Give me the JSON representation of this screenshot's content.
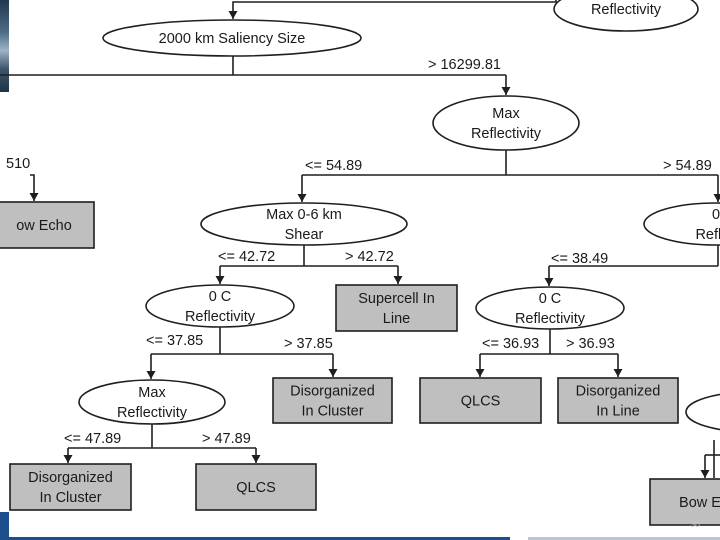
{
  "diagram": {
    "nodes": [
      {
        "id": "top_reflectivity",
        "kind": "decision",
        "lines": [
          "Reflectivity"
        ]
      },
      {
        "id": "saliency",
        "kind": "decision",
        "lines": [
          "2000 km Saliency Size"
        ]
      },
      {
        "id": "max_refl_1",
        "kind": "decision",
        "lines": [
          "Max",
          "Reflectivity"
        ]
      },
      {
        "id": "shear",
        "kind": "decision",
        "lines": [
          "Max 0-6 km",
          "Shear"
        ]
      },
      {
        "id": "zero_c_right_top",
        "kind": "decision",
        "lines": [
          "0",
          "Reflec"
        ]
      },
      {
        "id": "zero_c_left",
        "kind": "decision",
        "lines": [
          "0 C",
          "Reflectivity"
        ]
      },
      {
        "id": "zero_c_mid",
        "kind": "decision",
        "lines": [
          "0 C",
          "Reflectivity"
        ]
      },
      {
        "id": "max_refl_2",
        "kind": "decision",
        "lines": [
          "Max",
          "Reflectivity"
        ]
      },
      {
        "id": "partial_right",
        "kind": "decision",
        "lines": []
      },
      {
        "id": "bow_echo_left",
        "kind": "leaf",
        "lines": [
          "ow Echo"
        ]
      },
      {
        "id": "supercell",
        "kind": "leaf",
        "lines": [
          "Supercell In",
          "Line"
        ]
      },
      {
        "id": "disorg_cluster_1",
        "kind": "leaf",
        "lines": [
          "Disorganized",
          "In Cluster"
        ]
      },
      {
        "id": "qlcs_1",
        "kind": "leaf",
        "lines": [
          "QLCS"
        ]
      },
      {
        "id": "disorg_line",
        "kind": "leaf",
        "lines": [
          "Disorganized",
          "In Line"
        ]
      },
      {
        "id": "disorg_cluster_2",
        "kind": "leaf",
        "lines": [
          "Disorganized",
          "In Cluster"
        ]
      },
      {
        "id": "qlcs_2",
        "kind": "leaf",
        "lines": [
          "QLCS"
        ]
      },
      {
        "id": "bow_echo_right",
        "kind": "leaf",
        "lines": [
          "Bow E"
        ]
      }
    ],
    "edge_labels": [
      {
        "id": "gt_16299",
        "text": "> 16299.81"
      },
      {
        "id": "partial_510",
        "text": "510"
      },
      {
        "id": "le_54_89",
        "text": "<= 54.89"
      },
      {
        "id": "gt_54_89",
        "text": "> 54.89"
      },
      {
        "id": "le_42_72",
        "text": "<= 42.72"
      },
      {
        "id": "gt_42_72",
        "text": "> 42.72"
      },
      {
        "id": "le_38_49",
        "text": "<= 38.49"
      },
      {
        "id": "le_37_85",
        "text": "<= 37.85"
      },
      {
        "id": "gt_37_85",
        "text": "> 37.85"
      },
      {
        "id": "le_36_93",
        "text": "<= 36.93"
      },
      {
        "id": "gt_36_93",
        "text": "> 36.93"
      },
      {
        "id": "le_47_89",
        "text": "<= 47.89"
      },
      {
        "id": "gt_47_89",
        "text": "> 47.89"
      }
    ]
  },
  "colors": {
    "leaf_fill": "#bfbfbf",
    "decision_fill": "#ffffff",
    "stroke": "#1f1f1f",
    "accent_blue": "#1f4e8c"
  },
  "footer": {
    "slide_number": "30"
  }
}
